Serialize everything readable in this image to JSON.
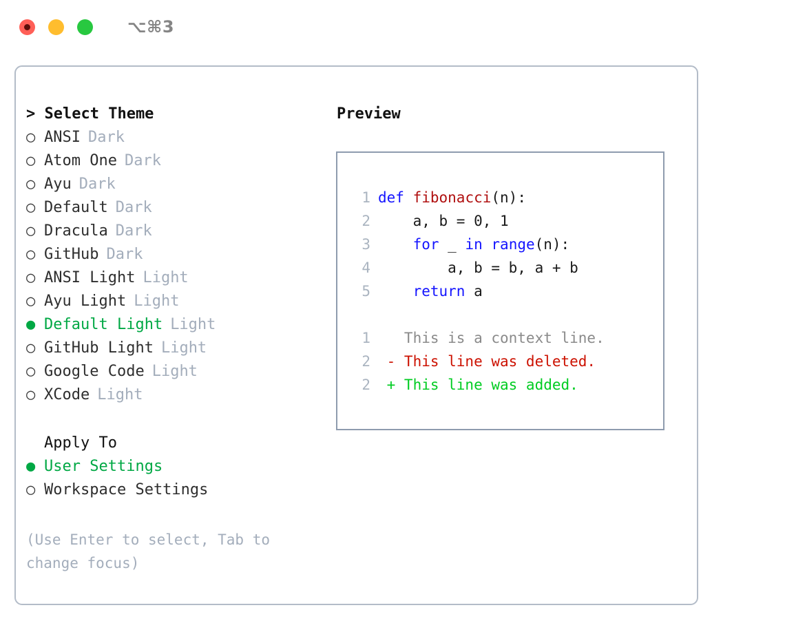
{
  "window": {
    "shortcut": "⌥⌘3",
    "traffic_lights": [
      "close",
      "minimize",
      "maximize"
    ]
  },
  "theme_picker": {
    "header": "> Select Theme",
    "marker_selected": "●",
    "marker_unselected": "○",
    "items": [
      {
        "label": "ANSI",
        "tag": "Dark",
        "selected": false
      },
      {
        "label": "Atom One",
        "tag": "Dark",
        "selected": false
      },
      {
        "label": "Ayu",
        "tag": "Dark",
        "selected": false
      },
      {
        "label": "Default",
        "tag": "Dark",
        "selected": false
      },
      {
        "label": "Dracula",
        "tag": "Dark",
        "selected": false
      },
      {
        "label": "GitHub",
        "tag": "Dark",
        "selected": false
      },
      {
        "label": "ANSI Light",
        "tag": "Light",
        "selected": false
      },
      {
        "label": "Ayu Light",
        "tag": "Light",
        "selected": false
      },
      {
        "label": "Default Light",
        "tag": "Light",
        "selected": true
      },
      {
        "label": "GitHub Light",
        "tag": "Light",
        "selected": false
      },
      {
        "label": "Google Code",
        "tag": "Light",
        "selected": false
      },
      {
        "label": "XCode",
        "tag": "Light",
        "selected": false
      }
    ]
  },
  "apply_to": {
    "header": "Apply To",
    "items": [
      {
        "label": "User Settings",
        "selected": true
      },
      {
        "label": "Workspace Settings",
        "selected": false
      }
    ]
  },
  "hint": "(Use Enter to select, Tab to change focus)",
  "preview": {
    "title": "Preview",
    "code_lines": [
      {
        "no": "1",
        "tokens": [
          {
            "t": "def",
            "k": "kw"
          },
          {
            "t": " ",
            "k": ""
          },
          {
            "t": "fibonacci",
            "k": "fn"
          },
          {
            "t": "(n):",
            "k": ""
          }
        ]
      },
      {
        "no": "2",
        "tokens": [
          {
            "t": "    a, b = 0, 1",
            "k": ""
          }
        ]
      },
      {
        "no": "3",
        "tokens": [
          {
            "t": "    ",
            "k": ""
          },
          {
            "t": "for",
            "k": "kw"
          },
          {
            "t": " _ ",
            "k": ""
          },
          {
            "t": "in",
            "k": "kw"
          },
          {
            "t": " ",
            "k": ""
          },
          {
            "t": "range",
            "k": "kw"
          },
          {
            "t": "(n):",
            "k": ""
          }
        ]
      },
      {
        "no": "4",
        "tokens": [
          {
            "t": "        a, b = b, a + b",
            "k": ""
          }
        ]
      },
      {
        "no": "5",
        "tokens": [
          {
            "t": "    ",
            "k": ""
          },
          {
            "t": "return",
            "k": "kw"
          },
          {
            "t": " a",
            "k": ""
          }
        ]
      }
    ],
    "diff_lines": [
      {
        "no": "1",
        "sign": " ",
        "text": "This is a context line.",
        "kind": "ctx"
      },
      {
        "no": "2",
        "sign": "-",
        "text": "This line was deleted.",
        "kind": "del"
      },
      {
        "no": "2",
        "sign": "+",
        "text": "This line was added.",
        "kind": "add"
      }
    ]
  },
  "colors": {
    "selected_green": "#00a844",
    "tag_gray": "#a3adbb",
    "keyword_blue": "#1414ff",
    "function_red": "#b01010",
    "diff_deleted": "#cc1100",
    "diff_added": "#00cc22",
    "diff_context": "#8a8a8a",
    "panel_border": "#b3bcc8",
    "preview_border": "#8e9bae",
    "lineno": "#aab4c0"
  }
}
